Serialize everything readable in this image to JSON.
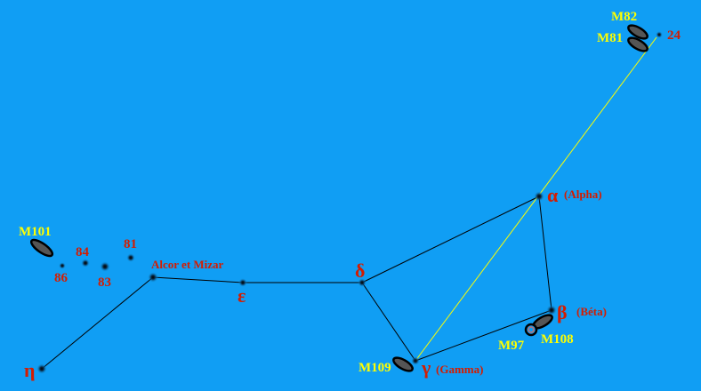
{
  "colors": {
    "background": "#109ef4",
    "star_label": "#d41c00",
    "object_label": "#ffff00",
    "line": "#000000",
    "pointer_line": "#ffff00"
  },
  "stars": {
    "alpha": {
      "symbol": "α",
      "name": "(Alpha)"
    },
    "beta": {
      "symbol": "β",
      "name": "(Béta)"
    },
    "gamma": {
      "symbol": "γ",
      "name": "(Gamma)"
    },
    "delta": {
      "symbol": "δ"
    },
    "epsilon": {
      "symbol": "ε"
    },
    "mizar": {
      "name": "Alcor et Mizar"
    },
    "eta": {
      "symbol": "η"
    },
    "s24": {
      "name": "24"
    },
    "s81": {
      "name": "81"
    },
    "s83": {
      "name": "83"
    },
    "s84": {
      "name": "84"
    },
    "s86": {
      "name": "86"
    }
  },
  "objects": {
    "m81": "M81",
    "m82": "M82",
    "m97": "M97",
    "m101": "M101",
    "m108": "M108",
    "m109": "M109"
  }
}
